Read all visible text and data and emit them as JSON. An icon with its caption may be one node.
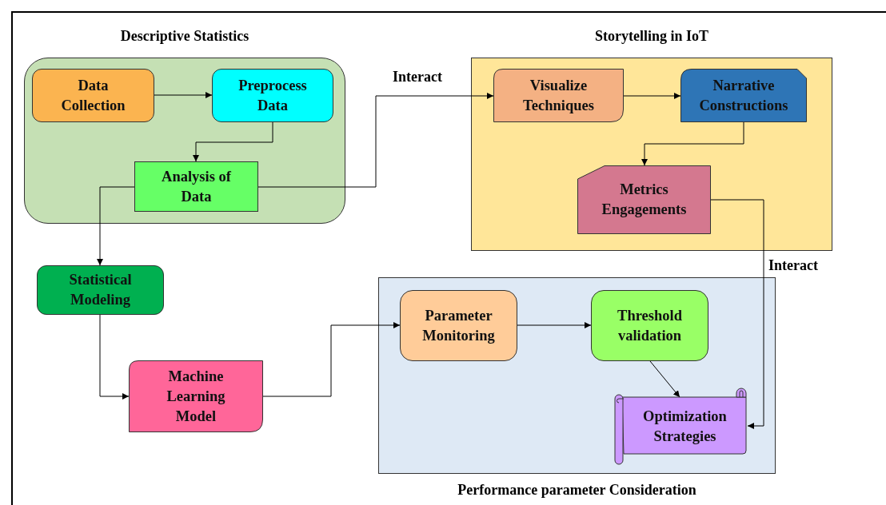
{
  "diagram": {
    "nodes": [
      {
        "text": [
          "Descriptive Statistics"
        ]
      },
      {
        "text": [
          "Data Collection"
        ],
        "in": 0
      },
      {
        "text": [
          "Preprocess Data"
        ],
        "in": 0
      },
      {
        "text": [
          "Analysis of Data"
        ],
        "in": 0
      },
      {
        "text": [
          "Storytelling in IoT"
        ]
      },
      {
        "text": [
          "Visualize Techniques"
        ],
        "in": 4
      },
      {
        "text": [
          "Narrative Constructions"
        ],
        "in": 4
      },
      {
        "text": [
          "Metrics Engagements"
        ],
        "in": 4
      },
      {
        "text": [
          "Statistical Modeling"
        ]
      },
      {
        "text": [
          "Machine Learning Model"
        ]
      },
      {
        "text": [
          "Performance parameter Consideration"
        ]
      },
      {
        "text": [
          "Parameter Monitoring"
        ],
        "in": 10
      },
      {
        "text": [
          "Threshold validation"
        ],
        "in": 10
      },
      {
        "text": [
          "Optimization Strategies"
        ],
        "in": 10
      }
    ],
    "edges": [
      {
        "from": 1,
        "to": 2,
        "arrow": "to"
      },
      {
        "from": 2,
        "to": 3,
        "arrow": "to"
      },
      {
        "from": 3,
        "to": 5,
        "arrow": "to",
        "label": "Interact"
      },
      {
        "from": 5,
        "to": 6,
        "arrow": "to"
      },
      {
        "from": 6,
        "to": 7,
        "arrow": "to"
      },
      {
        "from": 7,
        "to": 13,
        "arrow": "to",
        "label": "Interact"
      },
      {
        "from": 3,
        "to": 8,
        "arrow": "to"
      },
      {
        "from": 8,
        "to": 9,
        "arrow": "to"
      },
      {
        "from": 9,
        "to": 11,
        "arrow": "to"
      },
      {
        "from": 11,
        "to": 12,
        "arrow": "to"
      },
      {
        "from": 12,
        "to": 13,
        "arrow": "to"
      }
    ]
  }
}
